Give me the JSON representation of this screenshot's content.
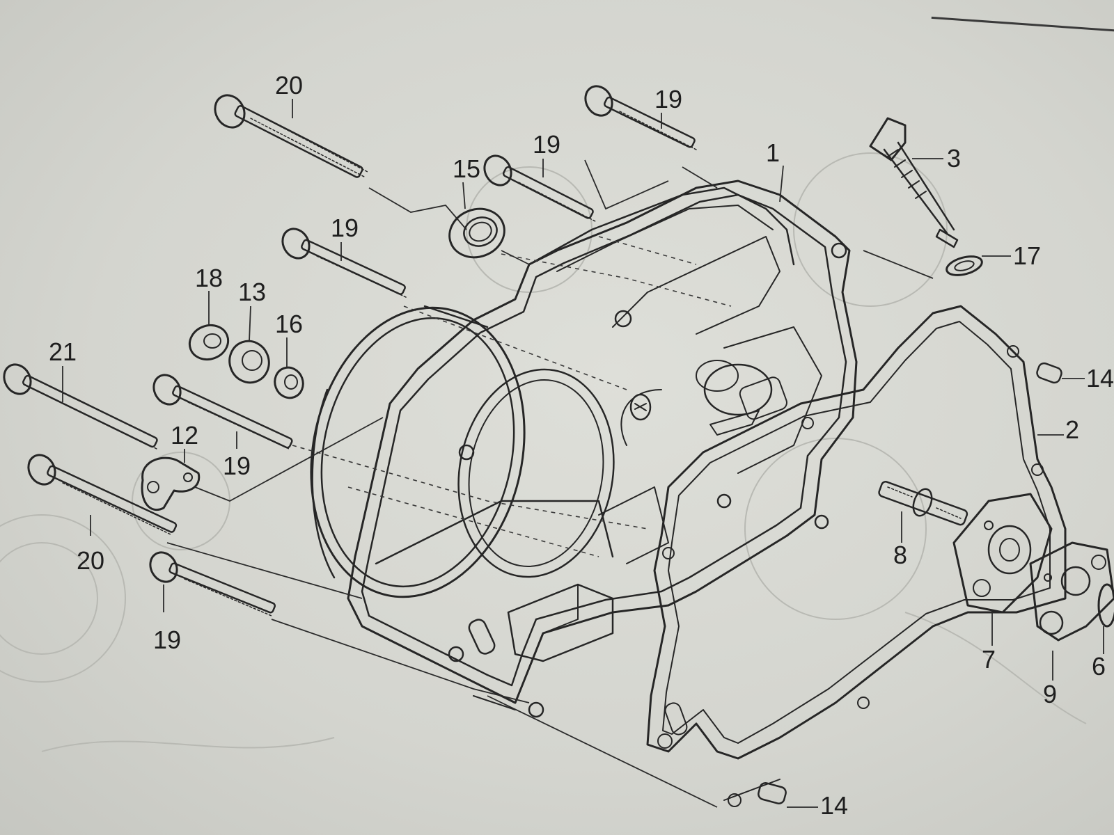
{
  "diagram": {
    "labels": {
      "p1": "1",
      "p2": "2",
      "p3": "3",
      "p6": "6",
      "p7": "7",
      "p8": "8",
      "p9": "9",
      "p12": "12",
      "p13": "13",
      "p14a": "14",
      "p14b": "14",
      "p15": "15",
      "p16": "16",
      "p17": "17",
      "p18": "18",
      "p19a": "19",
      "p19b": "19",
      "p19c": "19",
      "p19d": "19",
      "p19e": "19",
      "p20a": "20",
      "p20b": "20",
      "p21": "21"
    }
  }
}
